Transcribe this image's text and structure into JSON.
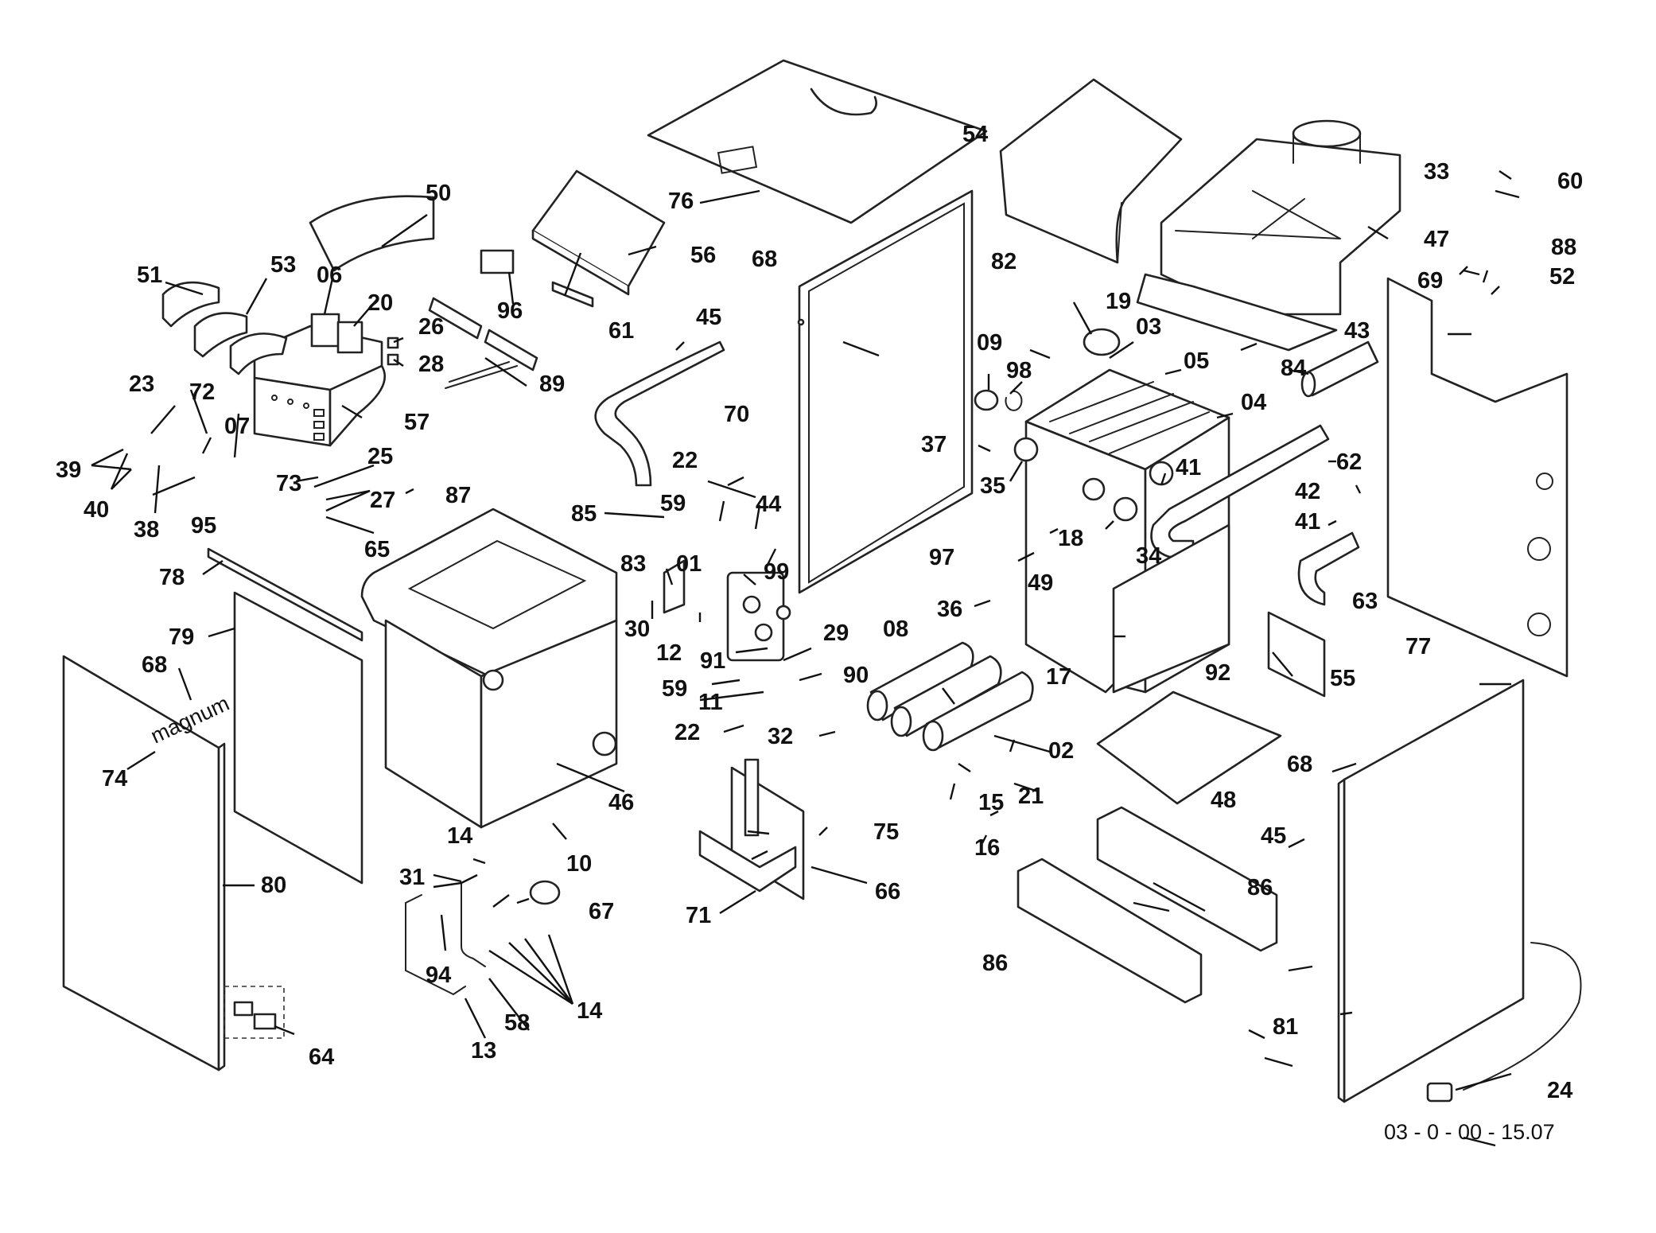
{
  "reference": "03 - 0 - 00 - 15.07",
  "brand_mark": "magnum",
  "parts": {
    "p01": "01",
    "p02": "02",
    "p03": "03",
    "p04": "04",
    "p05": "05",
    "p06": "06",
    "p07": "07",
    "p08": "08",
    "p09": "09",
    "p10": "10",
    "p11": "11",
    "p12": "12",
    "p13": "13",
    "p14a": "14",
    "p14b": "14",
    "p15": "15",
    "p16": "16",
    "p17": "17",
    "p18": "18",
    "p19": "19",
    "p20": "20",
    "p21": "21",
    "p22a": "22",
    "p22b": "22",
    "p23": "23",
    "p24": "24",
    "p25": "25",
    "p26": "26",
    "p27": "27",
    "p28": "28",
    "p29": "29",
    "p30": "30",
    "p31": "31",
    "p32": "32",
    "p33": "33",
    "p34": "34",
    "p35": "35",
    "p36": "36",
    "p37": "37",
    "p38": "38",
    "p39": "39",
    "p40": "40",
    "p41a": "41",
    "p41b": "41",
    "p42": "42",
    "p43": "43",
    "p44": "44",
    "p45a": "45",
    "p45b": "45",
    "p46": "46",
    "p47": "47",
    "p48": "48",
    "p49": "49",
    "p50": "50",
    "p51": "51",
    "p52": "52",
    "p53": "53",
    "p54": "54",
    "p55": "55",
    "p56": "56",
    "p57": "57",
    "p58": "58",
    "p59a": "59",
    "p59b": "59",
    "p60": "60",
    "p61": "61",
    "p62": "62",
    "p63": "63",
    "p64": "64",
    "p65": "65",
    "p66": "66",
    "p67": "67",
    "p68a": "68",
    "p68b": "68",
    "p68c": "68",
    "p69": "69",
    "p70": "70",
    "p71": "71",
    "p72": "72",
    "p73": "73",
    "p74": "74",
    "p75": "75",
    "p76": "76",
    "p77": "77",
    "p78": "78",
    "p79": "79",
    "p80": "80",
    "p81": "81",
    "p82": "82",
    "p83": "83",
    "p84": "84",
    "p85": "85",
    "p86a": "86",
    "p86b": "86",
    "p87": "87",
    "p88": "88",
    "p89": "89",
    "p90": "90",
    "p91": "91",
    "p92": "92",
    "p94": "94",
    "p95": "95",
    "p96": "96",
    "p97": "97",
    "p98": "98",
    "p99": "99"
  }
}
